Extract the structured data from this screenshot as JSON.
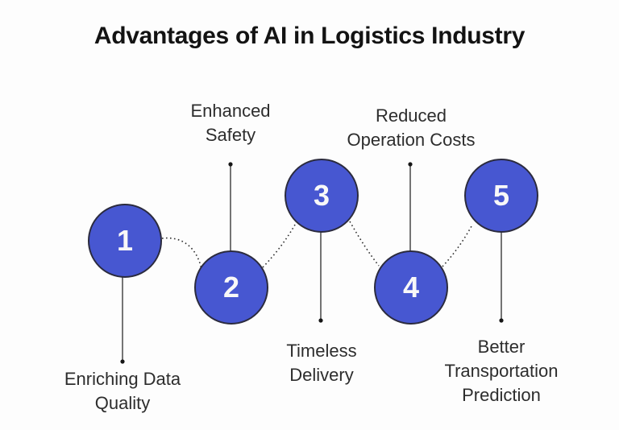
{
  "title": "Advantages of AI in Logistics Industry",
  "colors": {
    "background": "#fdfdfd",
    "title_color": "#131313",
    "circle_fill": "#4757d1",
    "circle_border": "#2b2b3e",
    "number_color": "#f8f8f8",
    "label_color": "#2d2d2d",
    "line_color": "#3a3a3a",
    "dot_color": "#161616",
    "dotted_color": "#2f2f2f"
  },
  "steps": [
    {
      "number": "1",
      "label": "Enriching Data Quality",
      "label_lines": [
        "Enriching Data",
        "Quality"
      ],
      "label_position": "below"
    },
    {
      "number": "2",
      "label": "Enhanced Safety",
      "label_lines": [
        "Enhanced",
        "Safety"
      ],
      "label_position": "above"
    },
    {
      "number": "3",
      "label": "Timeless Delivery",
      "label_lines": [
        "Timeless",
        "Delivery"
      ],
      "label_position": "below"
    },
    {
      "number": "4",
      "label": "Reduced Operation Costs",
      "label_lines": [
        "Reduced",
        "Operation Costs"
      ],
      "label_position": "above"
    },
    {
      "number": "5",
      "label": "Better Transportation Prediction",
      "label_lines": [
        "Better",
        "Transportation",
        "Prediction"
      ],
      "label_position": "below"
    }
  ]
}
